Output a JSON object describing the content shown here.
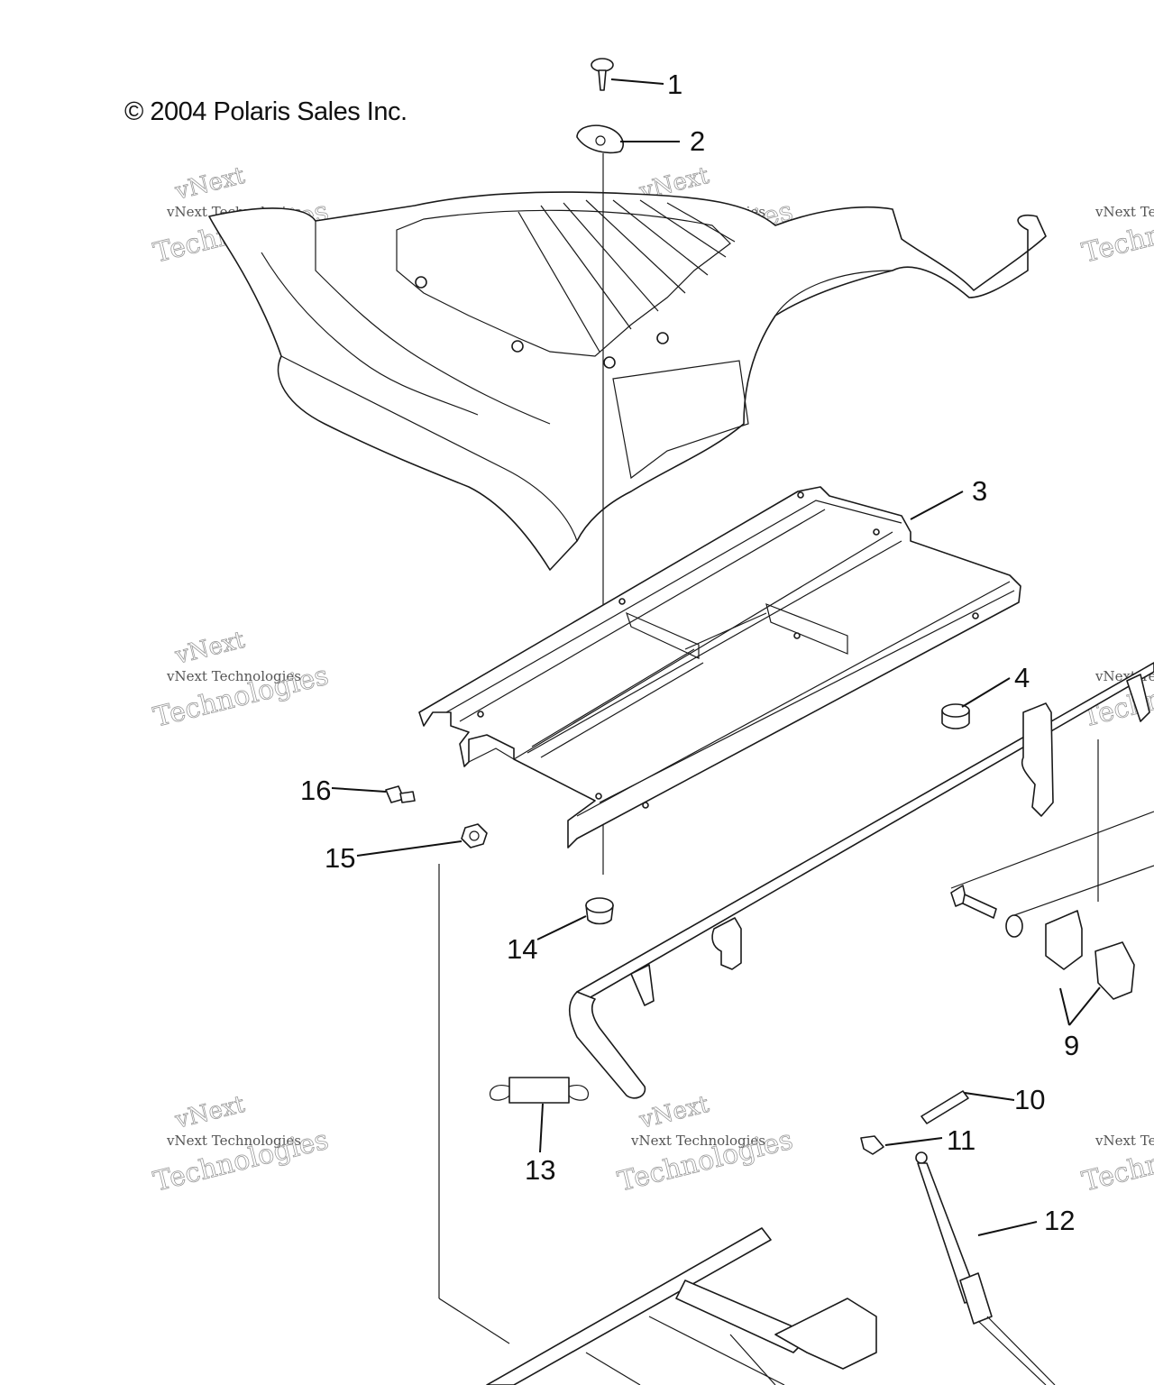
{
  "copyright": "© 2004 Polaris Sales Inc.",
  "watermark": {
    "line1": "vNext Technologies",
    "line2": "vNext",
    "line3": "Technologies"
  },
  "callouts": [
    {
      "id": "1",
      "label": "1"
    },
    {
      "id": "2",
      "label": "2"
    },
    {
      "id": "3",
      "label": "3"
    },
    {
      "id": "4",
      "label": "4"
    },
    {
      "id": "9",
      "label": "9"
    },
    {
      "id": "10",
      "label": "10"
    },
    {
      "id": "11",
      "label": "11"
    },
    {
      "id": "12",
      "label": "12"
    },
    {
      "id": "13",
      "label": "13"
    },
    {
      "id": "14",
      "label": "14"
    },
    {
      "id": "15",
      "label": "15"
    },
    {
      "id": "16",
      "label": "16"
    }
  ],
  "colors": {
    "line": "#1a1a1a",
    "background": "#ffffff",
    "watermark": "#9a9a9a"
  }
}
